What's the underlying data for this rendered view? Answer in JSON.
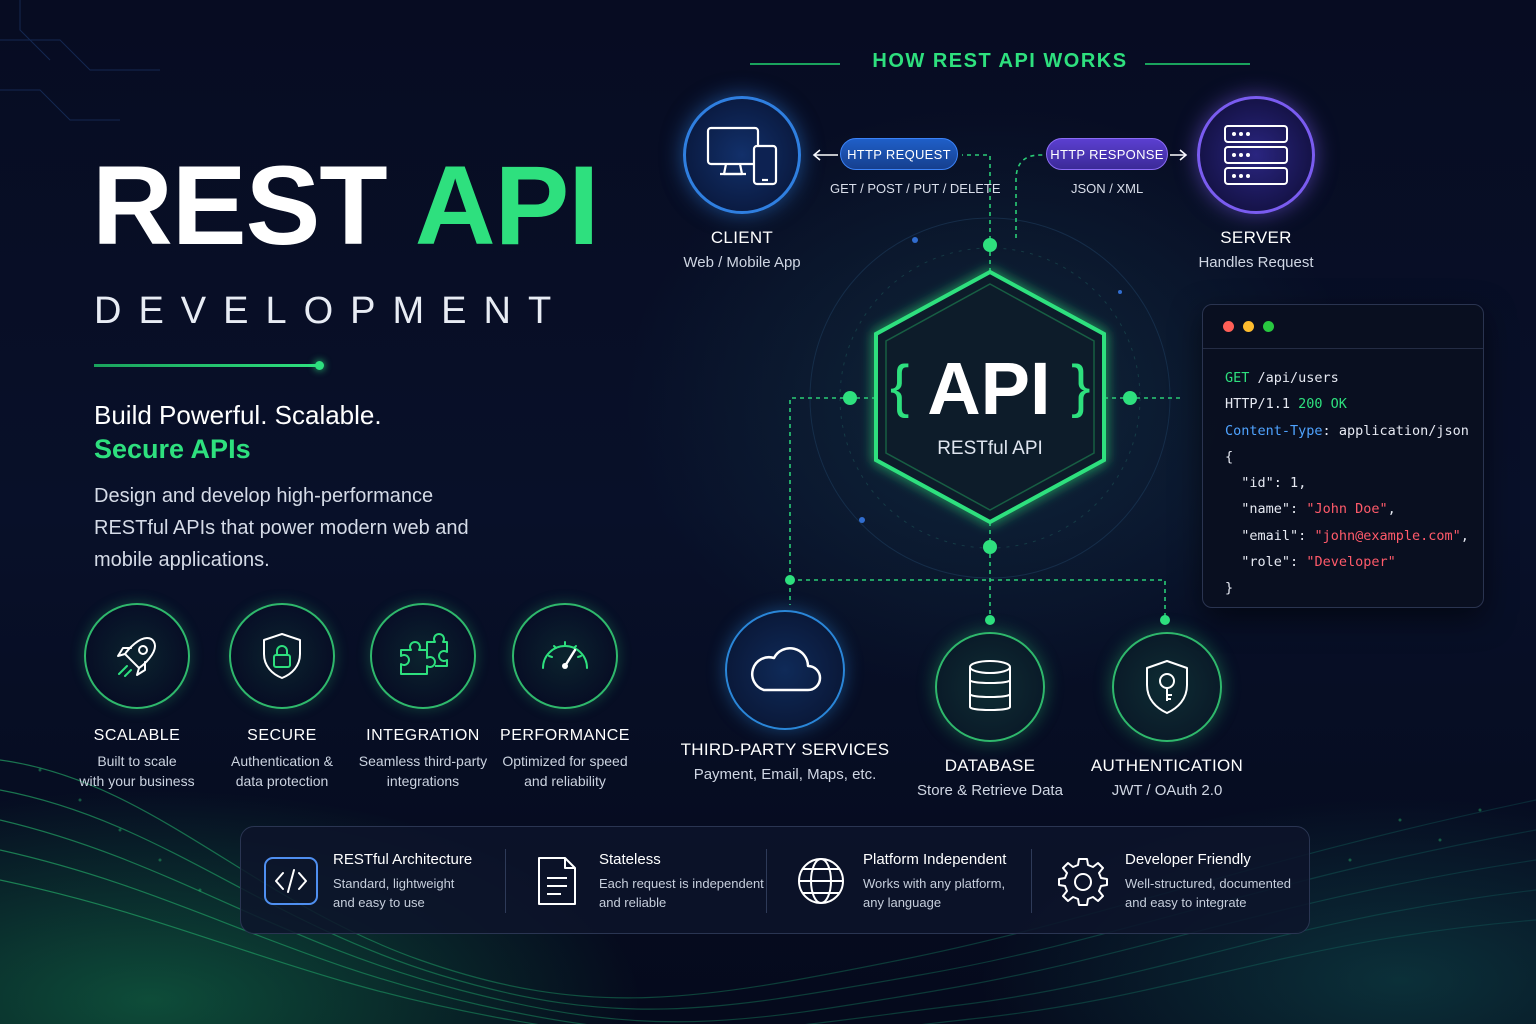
{
  "hero": {
    "title_rest": "REST",
    "title_api": "API",
    "subtitle": "DEVELOPMENT",
    "tagline_1": "Build Powerful. Scalable.",
    "tagline_2": "Secure APIs",
    "description": "Design and develop high-performance RESTful APIs that power modern web and mobile applications."
  },
  "features": [
    {
      "icon": "rocket-icon",
      "title": "SCALABLE",
      "desc_1": "Built to scale",
      "desc_2": "with your business"
    },
    {
      "icon": "shield-lock-icon",
      "title": "SECURE",
      "desc_1": "Authentication &",
      "desc_2": "data protection"
    },
    {
      "icon": "puzzle-icon",
      "title": "INTEGRATION",
      "desc_1": "Seamless third-party",
      "desc_2": "integrations"
    },
    {
      "icon": "speedometer-icon",
      "title": "PERFORMANCE",
      "desc_1": "Optimized for speed",
      "desc_2": "and reliability"
    }
  ],
  "diagram": {
    "heading": "HOW REST API WORKS",
    "client": {
      "title": "CLIENT",
      "subtitle": "Web / Mobile App"
    },
    "server": {
      "title": "SERVER",
      "subtitle": "Handles Request"
    },
    "request": {
      "label": "HTTP REQUEST",
      "methods": "GET / POST / PUT / DELETE"
    },
    "response": {
      "label": "HTTP RESPONSE",
      "formats": "JSON / XML"
    },
    "hub": {
      "brace_open": "{",
      "label": "API",
      "brace_close": "}",
      "subtitle": "RESTful API"
    },
    "services": [
      {
        "icon": "cloud-icon",
        "title": "THIRD-PARTY SERVICES",
        "subtitle": "Payment, Email, Maps, etc."
      },
      {
        "icon": "database-icon",
        "title": "DATABASE",
        "subtitle": "Store & Retrieve Data"
      },
      {
        "icon": "shield-key-icon",
        "title": "AUTHENTICATION",
        "subtitle": "JWT / OAuth 2.0"
      }
    ],
    "colors": {
      "accent": "#2ee07e",
      "request": "#1f5fc8",
      "response": "#5b3fd0"
    }
  },
  "code_sample": {
    "method": "GET",
    "path": "/api/users",
    "protocol": "HTTP/1.1",
    "status": "200 OK",
    "header_key": "Content-Type",
    "header_value": "application/json",
    "open_brace": "{",
    "id_key": "\"id\"",
    "id_value": "1",
    "name_key": "\"name\"",
    "name_value": "\"John Doe\"",
    "email_key": "\"email\"",
    "email_value": "\"john@example.com\"",
    "role_key": "\"role\"",
    "role_value": "\"Developer\"",
    "close_brace": "}"
  },
  "principles": [
    {
      "icon": "code-icon",
      "title": "RESTful Architecture",
      "desc_1": "Standard, lightweight",
      "desc_2": "and easy to use"
    },
    {
      "icon": "document-icon",
      "title": "Stateless",
      "desc_1": "Each request is independent",
      "desc_2": "and reliable"
    },
    {
      "icon": "globe-icon",
      "title": "Platform Independent",
      "desc_1": "Works with any platform,",
      "desc_2": "any language"
    },
    {
      "icon": "gear-icon",
      "title": "Developer Friendly",
      "desc_1": "Well-structured, documented",
      "desc_2": "and easy to integrate"
    }
  ]
}
